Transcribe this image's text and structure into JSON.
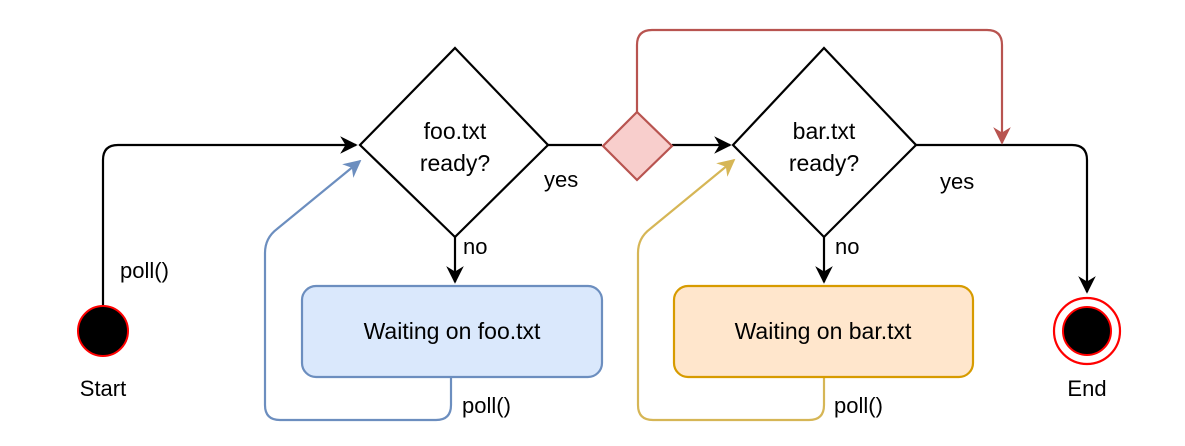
{
  "nodes": {
    "start": {
      "label": "Start"
    },
    "end": {
      "label": "End"
    },
    "foo_decision": {
      "line1": "foo.txt",
      "line2": "ready?"
    },
    "bar_decision": {
      "line1": "bar.txt",
      "line2": "ready?"
    },
    "foo_wait": {
      "label": "Waiting on foo.txt"
    },
    "bar_wait": {
      "label": "Waiting on bar.txt"
    }
  },
  "edges": {
    "start_poll": "poll()",
    "foo_yes": "yes",
    "foo_no": "no",
    "foo_wait_poll": "poll()",
    "bar_yes": "yes",
    "bar_no": "no",
    "bar_wait_poll": "poll()"
  },
  "colors": {
    "line": "#000000",
    "blue_stroke": "#6c8ebf",
    "blue_fill": "#dae8fc",
    "orange_stroke": "#d6b656",
    "orange_fill": "#ffe6cc",
    "orange_box_stroke": "#d79b00",
    "red_stroke": "#b85450",
    "red_fill": "#f8cecc",
    "node_red": "#ff0000"
  }
}
